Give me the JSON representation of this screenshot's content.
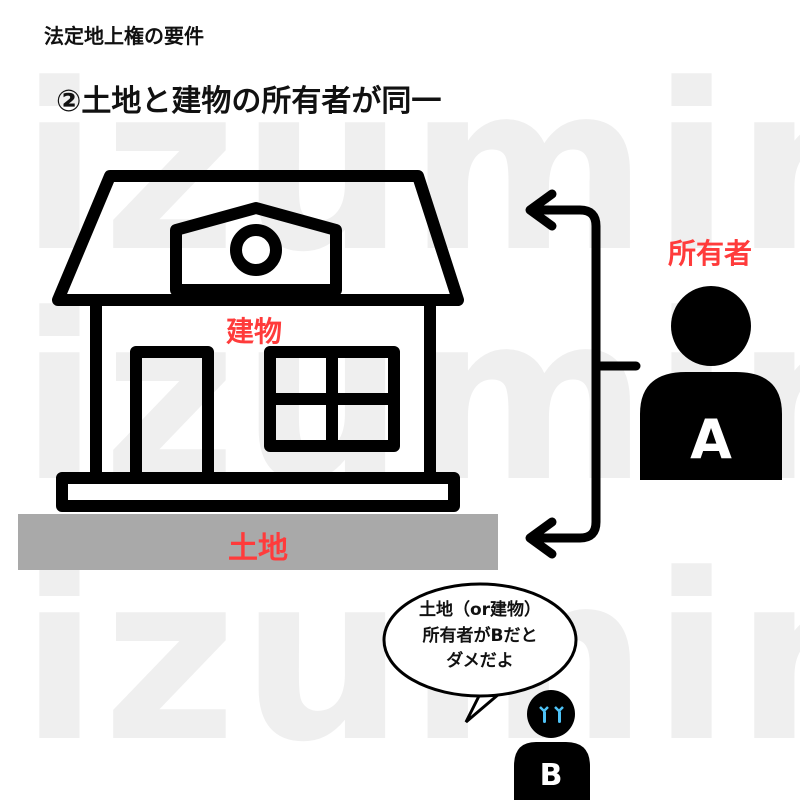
{
  "watermark": {
    "text": "izumin"
  },
  "header": {
    "label": "法定地上権の要件"
  },
  "title": {
    "text": "②土地と建物の所有者が同一"
  },
  "building": {
    "label": "建物"
  },
  "land": {
    "label": "土地"
  },
  "owner_a": {
    "role_label": "所有者",
    "letter": "A"
  },
  "person_b": {
    "letter": "B",
    "speech": [
      "土地（or建物）",
      "所有者がBだと",
      "ダメだよ"
    ]
  },
  "colors": {
    "accent_red": "#ff3b3b",
    "ground_gray": "#a9a9a9",
    "ink": "#000000",
    "tear_blue": "#4fc3f7"
  }
}
